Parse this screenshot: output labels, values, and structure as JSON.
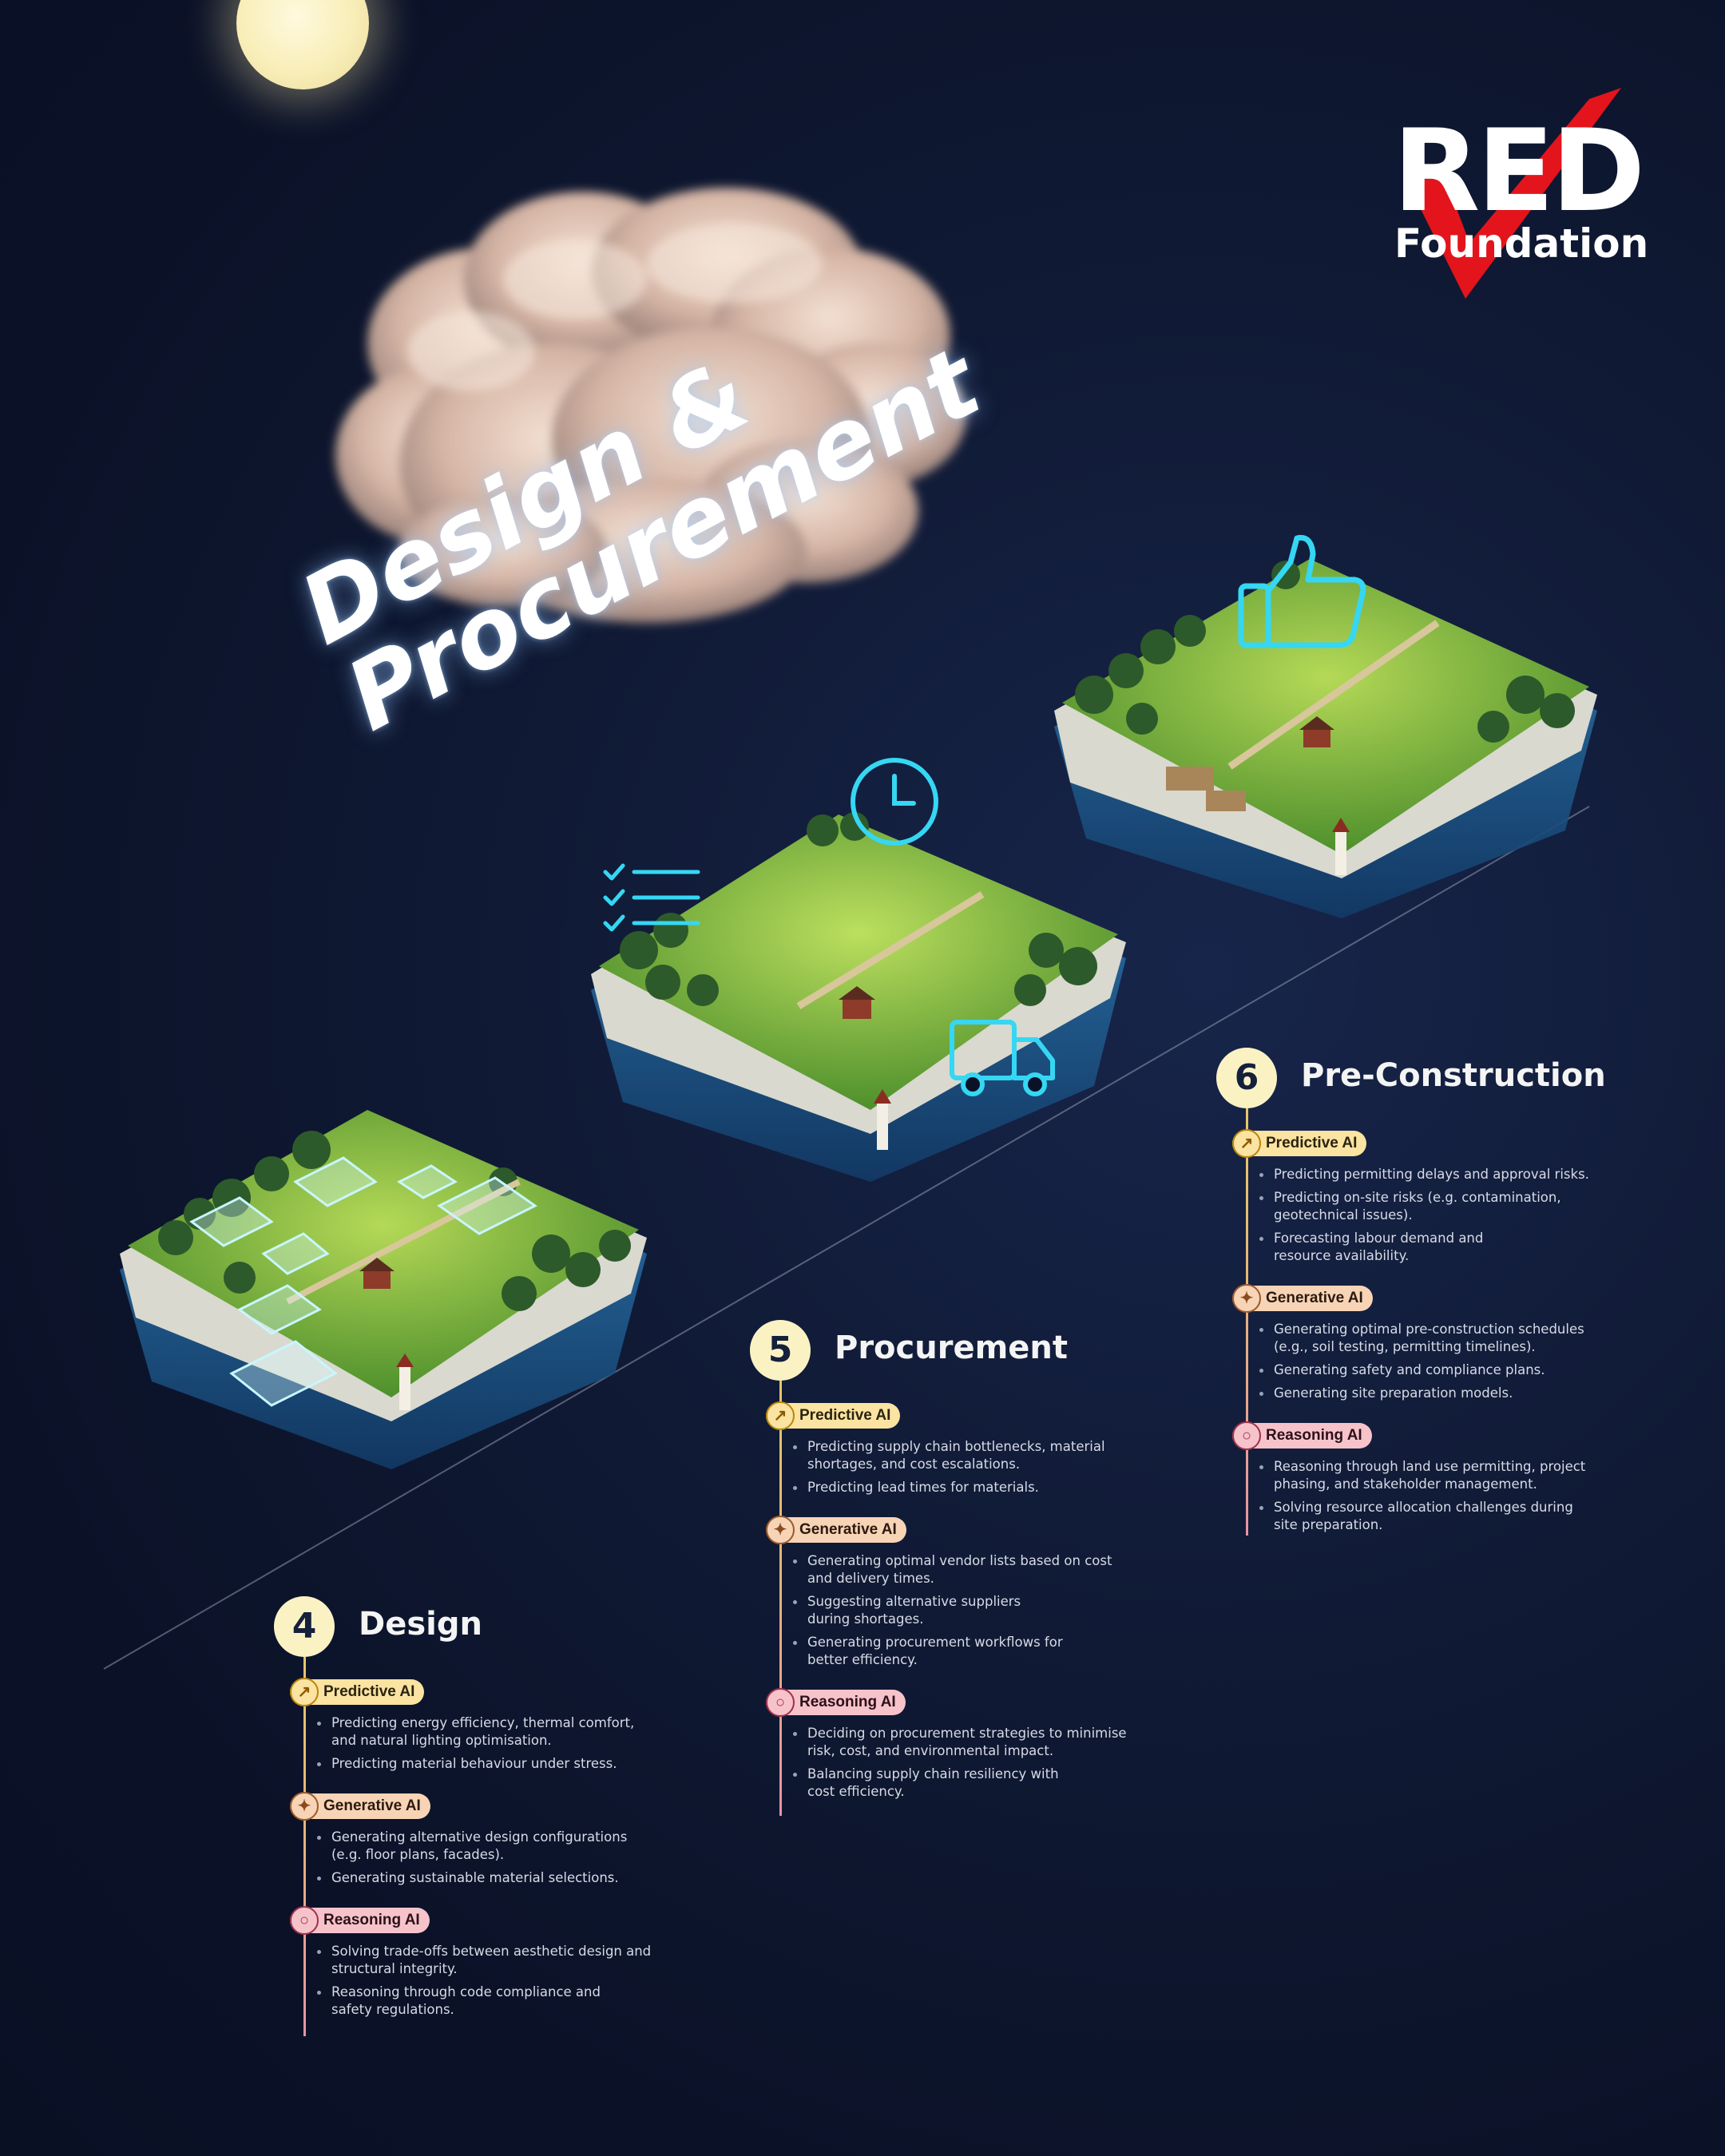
{
  "logo": {
    "line1": "RED",
    "line2": "Foundation",
    "accent_color": "#e3141c"
  },
  "title": {
    "line1": "Design &",
    "line2": "Procurement"
  },
  "colors": {
    "background": "#0b1228",
    "predictive": "#fbe3a1",
    "generative": "#f8d4b6",
    "reasoning": "#f7c3cb",
    "neon": "#35d7f3",
    "step_badge": "#fbf2c4"
  },
  "islands": [
    {
      "stage": "4",
      "overlay_icon": "translucent-design-blocks-icon"
    },
    {
      "stage": "5",
      "overlay_icons": [
        "clock-icon",
        "checklist-icon",
        "delivery-truck-icon"
      ]
    },
    {
      "stage": "6",
      "overlay_icon": "thumbs-up-icon"
    }
  ],
  "steps": [
    {
      "number": "4",
      "title": "Design",
      "blocks": [
        {
          "type": "predictive",
          "icon": "trend-up-icon",
          "label": "Predictive AI",
          "items": [
            "Predicting energy efficiency, thermal comfort,\nand natural lighting optimisation.",
            "Predicting material behaviour under stress."
          ]
        },
        {
          "type": "generative",
          "icon": "sparkle-icon",
          "label": "Generative AI",
          "items": [
            "Generating alternative design configurations\n(e.g. floor plans, facades).",
            "Generating sustainable material selections."
          ]
        },
        {
          "type": "reasoning",
          "icon": "lightbulb-icon",
          "label": "Reasoning AI",
          "items": [
            "Solving trade-offs between aesthetic design and\nstructural integrity.",
            "Reasoning through code compliance and\nsafety regulations."
          ]
        }
      ]
    },
    {
      "number": "5",
      "title": "Procurement",
      "blocks": [
        {
          "type": "predictive",
          "icon": "trend-up-icon",
          "label": "Predictive AI",
          "items": [
            "Predicting supply chain bottlenecks, material\nshortages, and cost escalations.",
            "Predicting lead times for materials."
          ]
        },
        {
          "type": "generative",
          "icon": "sparkle-icon",
          "label": "Generative AI",
          "items": [
            "Generating optimal vendor lists based on cost\nand delivery times.",
            "Suggesting alternative suppliers\nduring shortages.",
            "Generating procurement workflows for\nbetter efficiency."
          ]
        },
        {
          "type": "reasoning",
          "icon": "lightbulb-icon",
          "label": "Reasoning AI",
          "items": [
            "Deciding on procurement strategies to minimise\nrisk, cost, and environmental impact.",
            "Balancing supply chain resiliency with\ncost efficiency."
          ]
        }
      ]
    },
    {
      "number": "6",
      "title": "Pre-Construction",
      "blocks": [
        {
          "type": "predictive",
          "icon": "trend-up-icon",
          "label": "Predictive AI",
          "items": [
            "Predicting permitting delays and approval risks.",
            "Predicting on-site risks (e.g. contamination,\ngeotechnical issues).",
            "Forecasting labour demand and\nresource availability."
          ]
        },
        {
          "type": "generative",
          "icon": "sparkle-icon",
          "label": "Generative AI",
          "items": [
            "Generating optimal pre-construction schedules\n(e.g., soil testing, permitting timelines).",
            "Generating safety and compliance plans.",
            "Generating site preparation models."
          ]
        },
        {
          "type": "reasoning",
          "icon": "lightbulb-icon",
          "label": "Reasoning AI",
          "items": [
            "Reasoning through land use permitting, project\nphasing, and stakeholder management.",
            "Solving resource allocation challenges during\nsite preparation."
          ]
        }
      ]
    }
  ]
}
